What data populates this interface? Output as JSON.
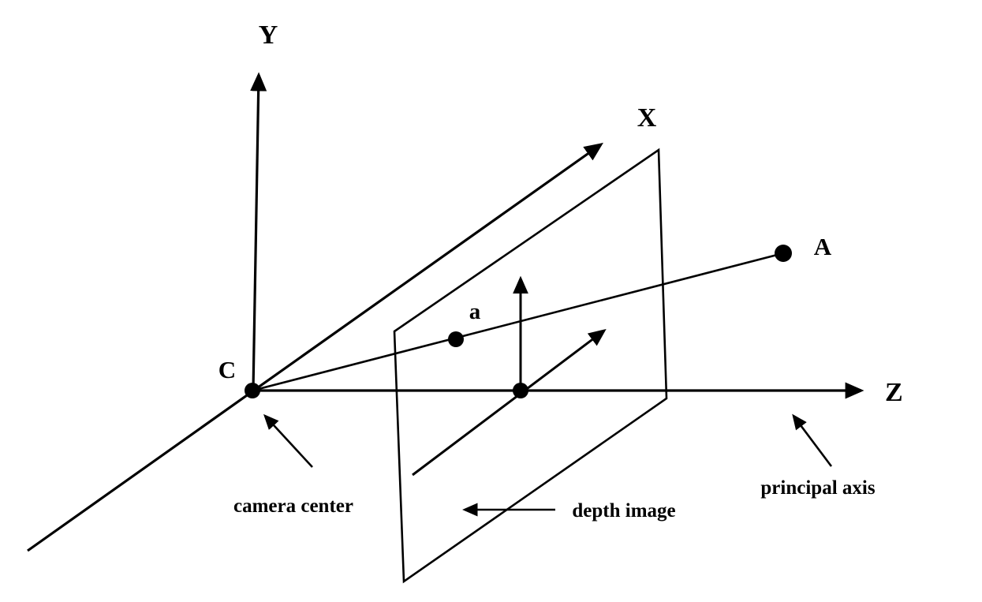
{
  "diagram": {
    "axis_labels": {
      "x": "X",
      "y": "Y",
      "z": "Z"
    },
    "point_labels": {
      "camera_center": "C",
      "scene_point": "A",
      "image_point": "a"
    },
    "annotations": {
      "camera_center": "camera center",
      "depth_image": "depth image",
      "principal_axis": "principal axis"
    }
  }
}
